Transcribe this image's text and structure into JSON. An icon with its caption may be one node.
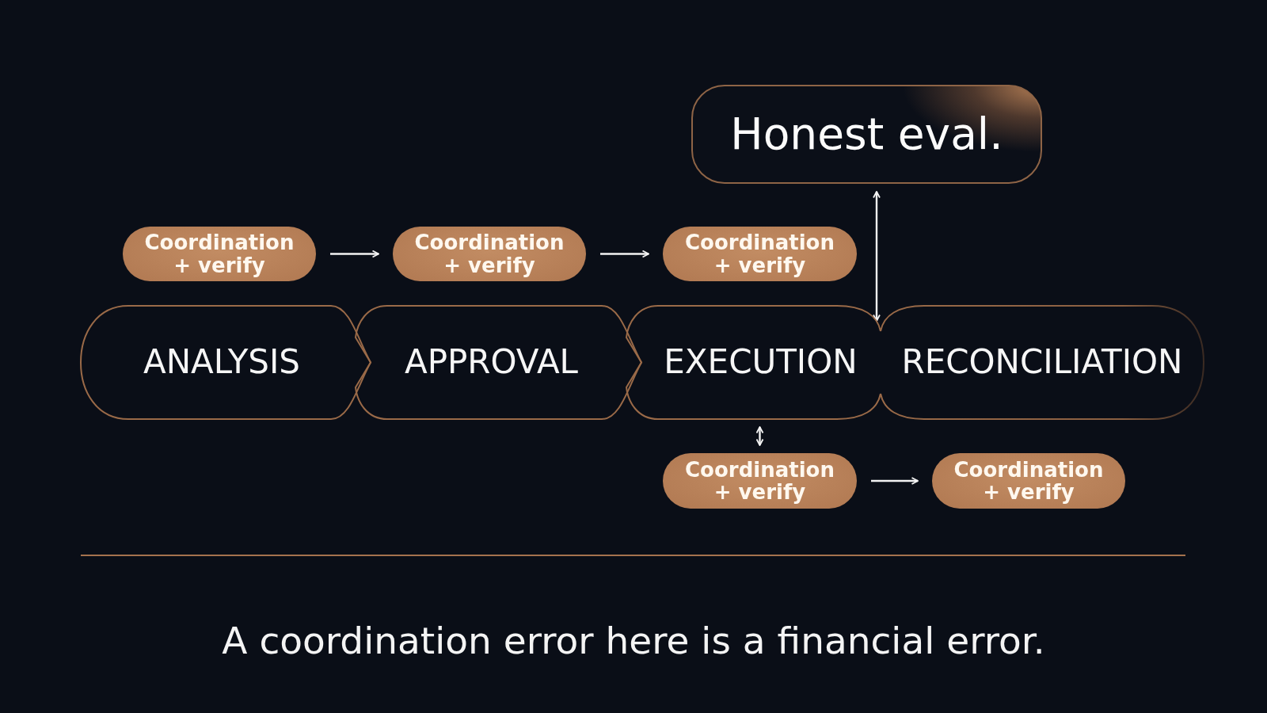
{
  "diagram": {
    "caption": "A coordination error here is a financial error.",
    "nodes": [
      {
        "text": [
          "Honest eval."
        ]
      },
      {
        "text": [
          "Coordination + verify"
        ]
      },
      {
        "text": [
          "Coordination + verify"
        ]
      },
      {
        "text": [
          "Coordination + verify"
        ]
      },
      {
        "text": [
          "ANALYSIS"
        ]
      },
      {
        "text": [
          "APPROVAL"
        ]
      },
      {
        "text": [
          "EXECUTION"
        ]
      },
      {
        "text": [
          "RECONCILIATION"
        ]
      },
      {
        "text": [
          "Coordination + verify"
        ]
      },
      {
        "text": [
          "Coordination + verify"
        ]
      }
    ],
    "edges": [
      {
        "from": 1,
        "to": 2,
        "arrow": "to"
      },
      {
        "from": 2,
        "to": 3,
        "arrow": "to"
      },
      {
        "from": 0,
        "to": 6,
        "arrow": "both"
      },
      {
        "from": 6,
        "to": 8,
        "arrow": "both"
      },
      {
        "from": 8,
        "to": 9,
        "arrow": "to"
      }
    ]
  }
}
